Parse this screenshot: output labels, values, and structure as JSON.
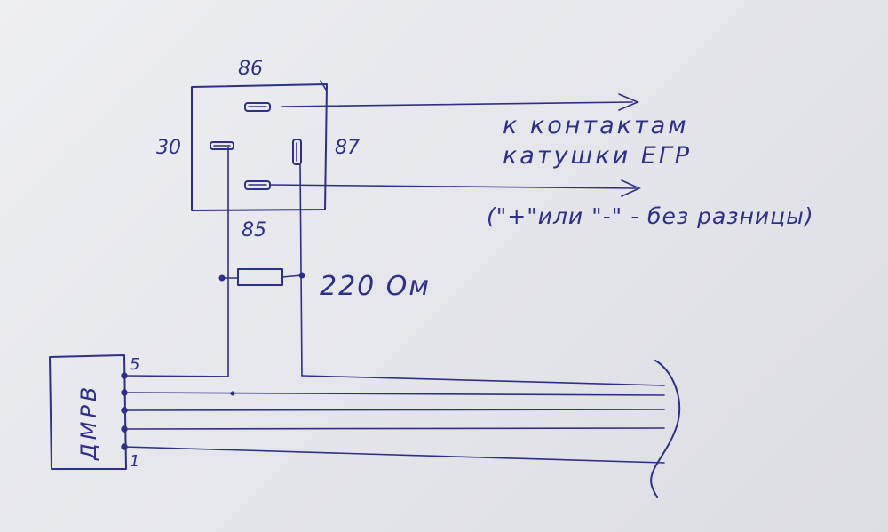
{
  "relay": {
    "pin_top": "86",
    "pin_left": "30",
    "pin_right": "87",
    "pin_bottom": "85"
  },
  "resistor": {
    "label": "220 Ом"
  },
  "annotation": {
    "line1": "к контактам",
    "line2": "катушки ЕГР",
    "line3": "(\"+\"или \"-\" - без разницы)"
  },
  "sensor": {
    "name": "ДМРВ",
    "pin_top": "5",
    "pin_bottom": "1"
  },
  "colors": {
    "ink": "#2e2f86",
    "paper": "#e6e7eb"
  }
}
